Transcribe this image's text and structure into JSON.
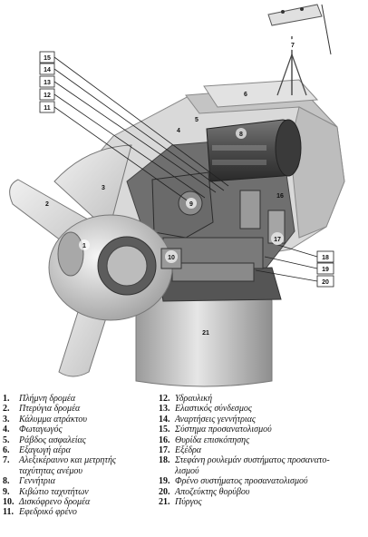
{
  "figure": {
    "part_numbers": [
      "1",
      "2",
      "3",
      "4",
      "5",
      "6",
      "7",
      "8",
      "9",
      "10",
      "16",
      "17",
      "21"
    ],
    "callouts": [
      "15",
      "14",
      "13",
      "12",
      "11",
      "18",
      "19",
      "20"
    ]
  },
  "legend": {
    "left": [
      {
        "num": "1.",
        "text": "Πλήμνη δρομέα"
      },
      {
        "num": "2.",
        "text": "Πτερύγια δρομέα"
      },
      {
        "num": "3.",
        "text": "Κάλυμμα ατράκτου"
      },
      {
        "num": "4.",
        "text": "Φωταγωγός"
      },
      {
        "num": "5.",
        "text": "Ράβδος ασφαλείας"
      },
      {
        "num": "6.",
        "text": "Εξαγωγή αέρα"
      },
      {
        "num": "7.",
        "text": "Αλεξικέραυνο και μετρητής"
      },
      {
        "num": "",
        "text": "ταχύτητας ανέμου"
      },
      {
        "num": "8.",
        "text": "Γεννήτρια"
      },
      {
        "num": "9.",
        "text": "Κιβώτιο ταχυτήτων"
      },
      {
        "num": "10.",
        "text": "Δισκόφρενο δρομέα"
      },
      {
        "num": "11.",
        "text": "Εφεδρικό φρένο"
      }
    ],
    "right": [
      {
        "num": "12.",
        "text": "Υδραυλική"
      },
      {
        "num": "13.",
        "text": "Ελαστικός σύνδεσμος"
      },
      {
        "num": "14.",
        "text": "Αναρτήσεις γεννήτριας"
      },
      {
        "num": "15.",
        "text": "Σύστημα προσανατολισμού"
      },
      {
        "num": "16.",
        "text": "Θυρίδα επισκόπησης"
      },
      {
        "num": "17.",
        "text": "Εξέδρα"
      },
      {
        "num": "18.",
        "text": "Στεφάνη ρουλεμάν συστήματος προσανατο-"
      },
      {
        "num": "",
        "text": "λισμού"
      },
      {
        "num": "19.",
        "text": "Φρένο συστήματος προσανατολισμού"
      },
      {
        "num": "20.",
        "text": "Αποζεύκτης θορύβου"
      },
      {
        "num": "21.",
        "text": "Πύργος"
      }
    ]
  }
}
